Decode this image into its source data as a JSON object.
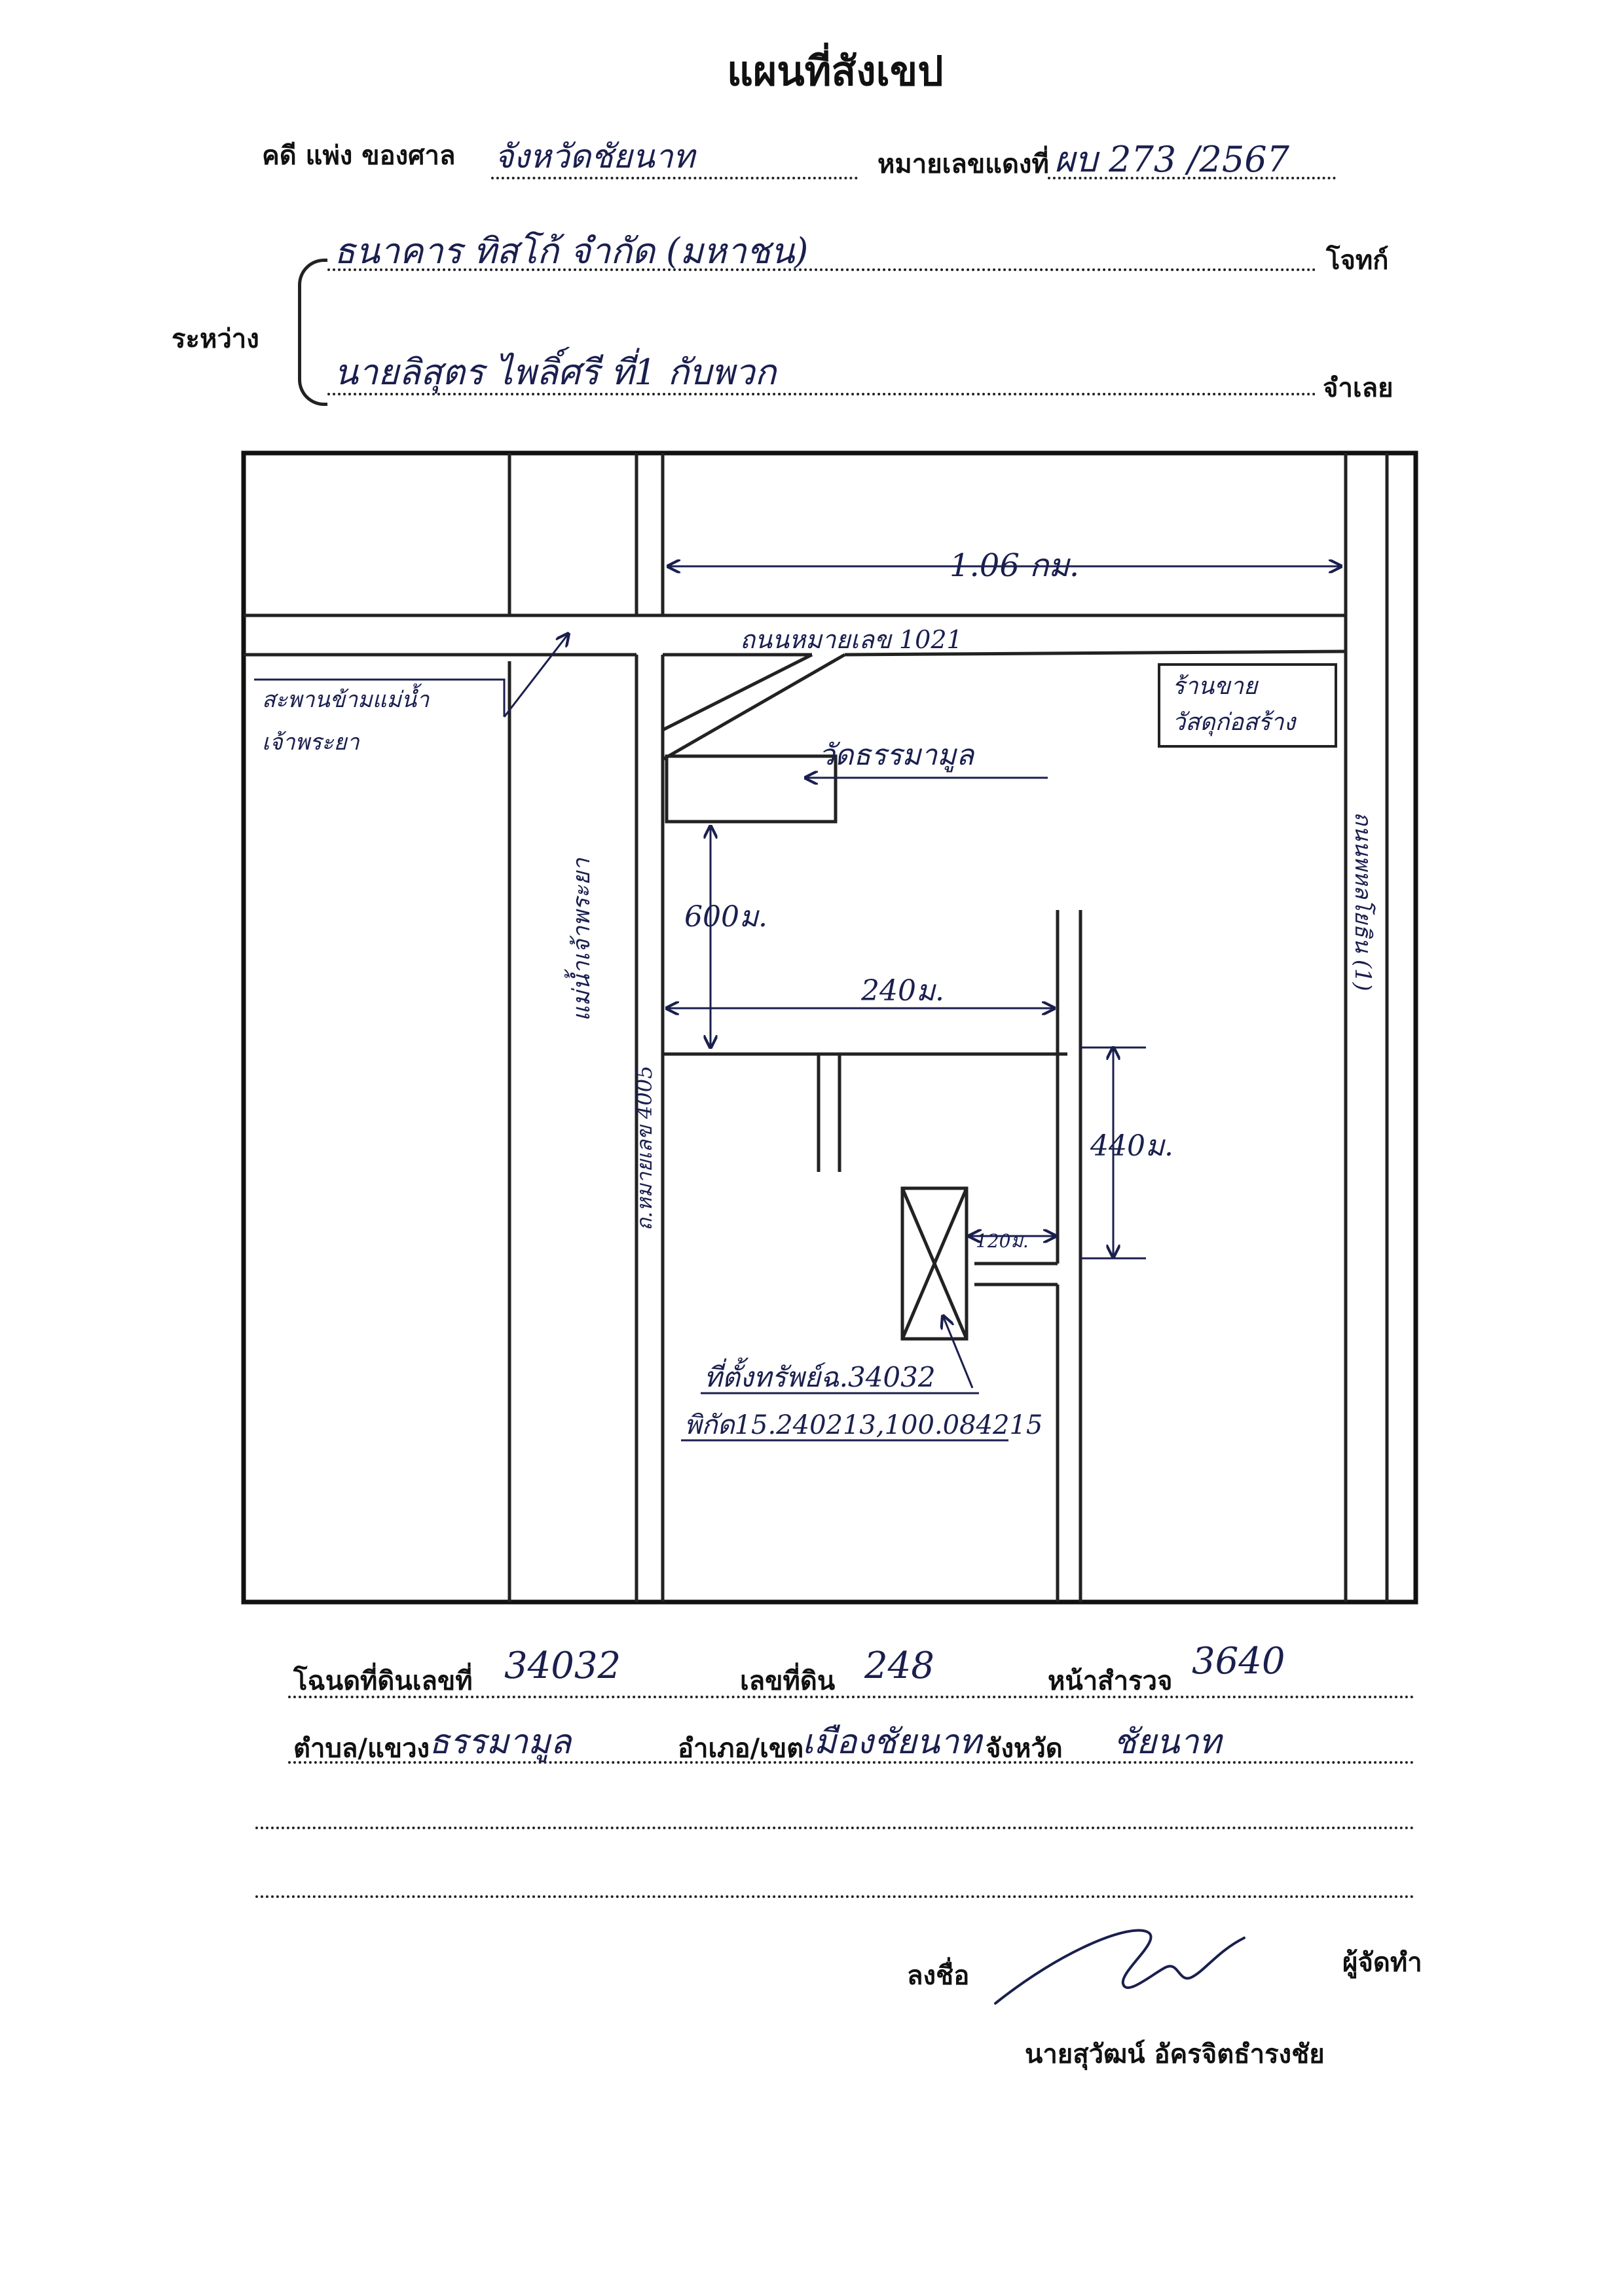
{
  "header": {
    "title": "แผนที่สังเขป",
    "case_label": "คดี แพ่ง ของศาล",
    "court": "จังหวัดชัยนาท",
    "case_number_label": "หมายเลขแดงที่",
    "case_number": "ผบ 273 /2567"
  },
  "parties": {
    "between_label": "ระหว่าง",
    "plaintiff": "ธนาคาร ทิสโก้ จำกัด (มหาชน)",
    "plaintiff_label": "โจทก์",
    "defendant": "นายลิสุตร   ไพลิ์ศรี  ที่1  กับพวก",
    "defendant_label": "จำเลย"
  },
  "map": {
    "distance_top": "1.06 กม.",
    "road_1021": "ถนนหมายเลข 1021",
    "bridge_line1": "สะพานข้ามแม่น้ำ",
    "bridge_line2": "เจ้าพระยา",
    "shop_line1": "ร้านขาย",
    "shop_line2": "วัสดุก่อสร้าง",
    "temple": "วัดธรรมามูล",
    "river": "แม่น้ำเจ้าพระยา",
    "road_4005": "ถ.หมายเลข 4005",
    "road_right": "ถนนพหลโยธิน (1)",
    "dist_600": "600ม.",
    "dist_240": "240ม.",
    "dist_440": "440ม.",
    "dist_120": "120ม.",
    "property_label": "ที่ตั้งทรัพย์ฉ.34032",
    "coords": "พิกัด15.240213,100.084215"
  },
  "land": {
    "deed_label": "โฉนดที่ดินเลขที่",
    "deed_no": "34032",
    "parcel_label": "เลขที่ดิน",
    "parcel_no": "248",
    "survey_label": "หน้าสำรวจ",
    "survey_no": "3640",
    "subdistrict_label": "ตำบล/แขวง",
    "subdistrict": "ธรรมามูล",
    "district_label": "อำเภอ/เขต",
    "district": "เมืองชัยนาท",
    "province_label": "จังหวัด",
    "province": "ชัยนาท"
  },
  "signature": {
    "sign_label": "ลงชื่อ",
    "maker_label": "ผู้จัดทำ",
    "name": "นายสุวัฒน์ อัครจิตธำรงชัย"
  }
}
